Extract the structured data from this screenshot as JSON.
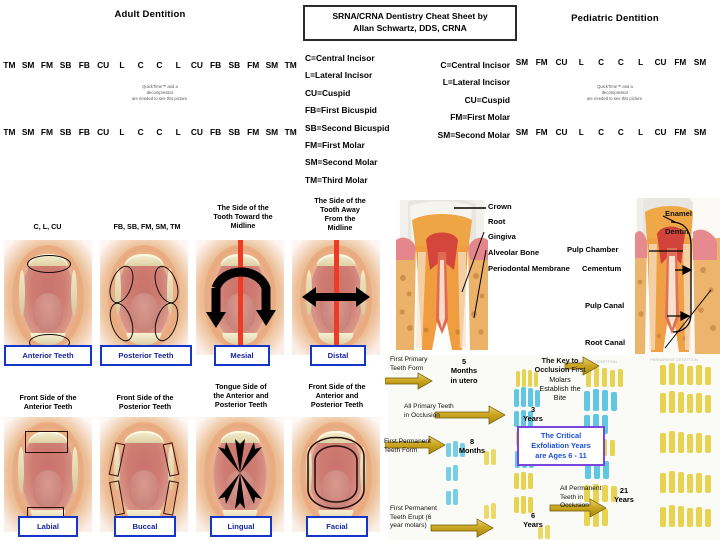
{
  "title_box": {
    "line1": "SRNA/CRNA Dentistry Cheat Sheet    by",
    "line2": "Allan Schwartz, DDS, CRNA"
  },
  "headings": {
    "adult": "Adult Dentition",
    "pediatric": "Pediatric Dentition"
  },
  "quicktime_notice": {
    "line1": "QuickTime™ and a",
    "line2": "decompressor",
    "line3": "are needed to see this picture."
  },
  "adult_dentition": {
    "upper_row": [
      "TM",
      "SM",
      "FM",
      "SB",
      "FB",
      "CU",
      "L",
      "C",
      "C",
      "L",
      "CU",
      "FB",
      "SB",
      "FM",
      "SM",
      "TM"
    ],
    "lower_row": [
      "TM",
      "SM",
      "FM",
      "SB",
      "FB",
      "CU",
      "L",
      "C",
      "C",
      "L",
      "CU",
      "FB",
      "SB",
      "FM",
      "SM",
      "TM"
    ]
  },
  "pediatric_dentition": {
    "upper_row": [
      "SM",
      "FM",
      "CU",
      "L",
      "C",
      "C",
      "L",
      "CU",
      "FM",
      "SM"
    ],
    "lower_row": [
      "SM",
      "FM",
      "CU",
      "L",
      "C",
      "C",
      "L",
      "CU",
      "FM",
      "SM"
    ]
  },
  "adult_legend": [
    "C=Central Incisor",
    "L=Lateral Incisor",
    "CU=Cuspid",
    "FB=First Bicuspid",
    "SB=Second Bicuspid",
    "FM=First Molar",
    "SM=Second Molar",
    "TM=Third Molar"
  ],
  "pediatric_legend": [
    "C=Central Incisor",
    "L=Lateral Incisor",
    "CU=Cuspid",
    "FM=First Molar",
    "SM=Second Molar"
  ],
  "mouth_grid_row1": [
    {
      "top_caption": "C, L, CU",
      "box_label": "Anterior Teeth",
      "bottom_caption": "Front Side of the\nAnterior Teeth"
    },
    {
      "top_caption": "FB, SB, FM, SM, TM",
      "box_label": "Posterior Teeth",
      "bottom_caption": "Front Side of the\nPosterior Teeth"
    },
    {
      "top_caption": "The Side of the\nTooth Toward the\nMidline",
      "box_label": "Mesial",
      "bottom_caption": "Tongue Side of\nthe Anterior and\nPosterior Teeth"
    },
    {
      "top_caption": "The Side of the\nTooth Away\nFrom the\nMidline",
      "box_label": "Distal",
      "bottom_caption": "Front Side of the\nAnterior and\nPosterior Teeth"
    }
  ],
  "mouth_grid_row2": [
    {
      "box_label": "Labial"
    },
    {
      "box_label": "Buccal"
    },
    {
      "box_label": "Lingual"
    },
    {
      "box_label": "Facial"
    }
  ],
  "tooth_anatomy_left": [
    "Crown",
    "Root",
    "Gingiva",
    "Alveolar Bone",
    "Periodontal Membrane"
  ],
  "tooth_anatomy_right": {
    "top_labels": [
      "Enamel",
      "Dentin"
    ],
    "side_labels": [
      "Pulp Chamber",
      "Cementum",
      "Pulp Canal",
      "Root Canal"
    ]
  },
  "eruption_chart": {
    "milestones": [
      {
        "label": "First Primary\nTeeth Form",
        "age": "5\nMonths\nin utero"
      },
      {
        "label": "All Primary Teeth\nin Occlusion",
        "age": "3\nYears"
      },
      {
        "label": "First Permanent\nTeeth Form",
        "age": "8\nMonths"
      },
      {
        "label": "First Permanent\nTeeth Erupt (6\nyear molars)",
        "age": "6\nYears"
      },
      {
        "label": "All Permanent\nTeeth in\nOcclusion",
        "age": "21\nYears"
      }
    ],
    "key_to_occlusion": {
      "title": "The Key to\nOcclusion",
      "body": "First Molars\nEstablish the\nBite"
    },
    "critical_note": "The Critical\nExfoliation Years\nare Ages 6 - 11"
  },
  "colors": {
    "blue_border": "#1535c8",
    "blue_text": "#16259c",
    "purple_border": "#7a46e0",
    "gold_arrow": "#c8a21e",
    "red_midline": "#ef3b24"
  }
}
